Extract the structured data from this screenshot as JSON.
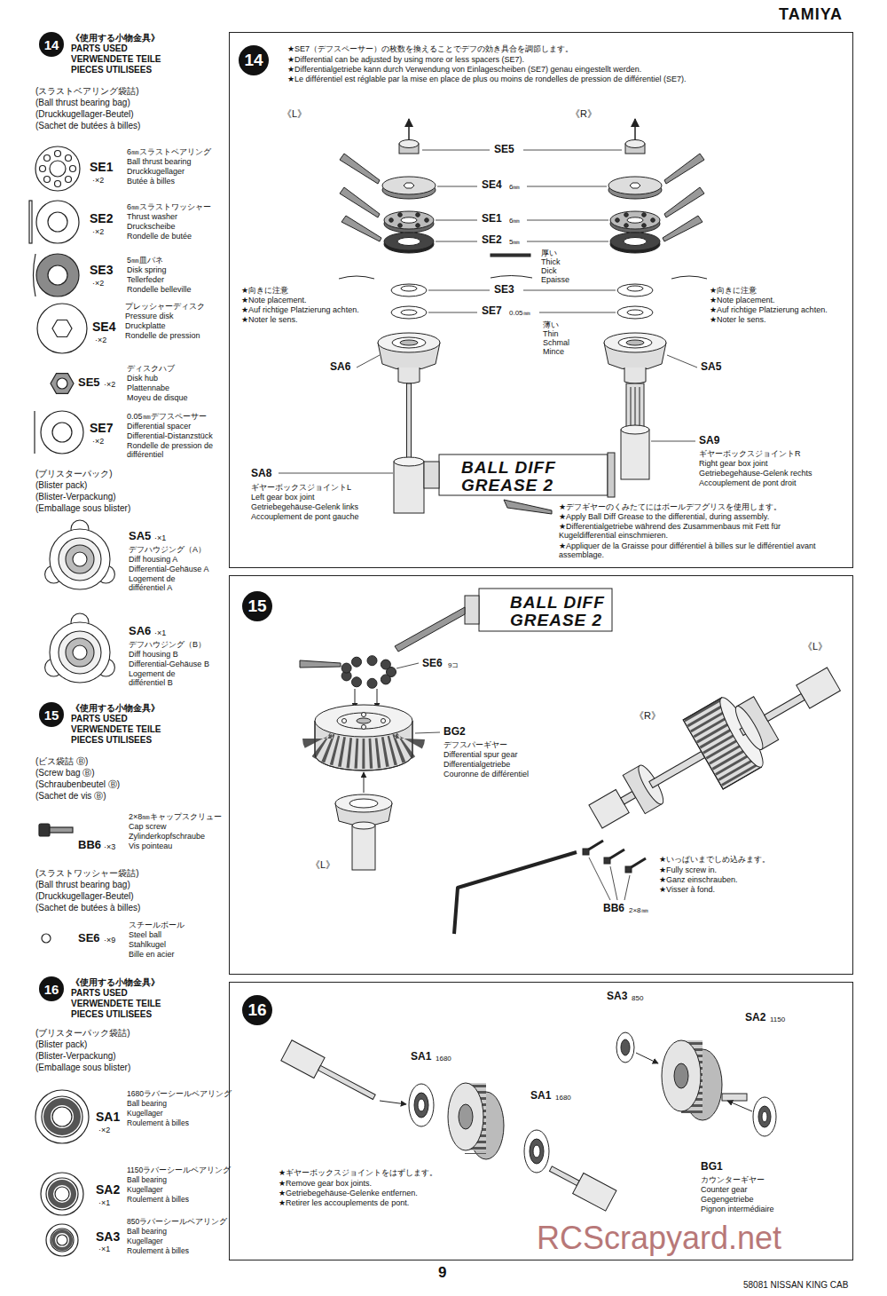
{
  "diagram": {
    "title": "TAMIYA",
    "nodes": [
      {
        "text": [
          "14"
        ]
      },
      {
        "text": [
          "15"
        ]
      },
      {
        "text": [
          "16"
        ]
      },
      {
        "text": [
          "★SE7（デフスペーサー）の枚数を換えることでデフの効き具合を調節します。",
          "★Differential can be adjusted by using more or less spacers (SE7).",
          "★Differentialgetriebe kann durch Verwendung von Einlagescheiben (SE7) genau eingestellt werden.",
          "★Le différentiel est réglable par la mise en place de plus ou moins de rondelles de pression de différentiel (SE7)."
        ]
      },
      {
        "text": [
          "14"
        ],
        "in": 3
      },
      {
        "text": [
          "★いっぱいまでしめ込みます。",
          "★Fully screw in.",
          "★Ganz einschrauben.",
          "★Visser à fond."
        ]
      },
      {
        "text": [
          "15"
        ],
        "in": 5
      },
      {
        "text": [
          "★ギヤーボックスジョイントをはずします。",
          "★Remove gear box joints.",
          "★Getriebegehäuse-Gelenke entfernen.",
          "★Retirer les accouplements de pont."
        ]
      },
      {
        "text": [
          "16"
        ],
        "in": 7
      }
    ],
    "labels": [
      "《使用する小物金具》",
      "PARTS USED",
      "VERWENDETE TEILE",
      "PIECES UTILISEES",
      "(スラストベアリング袋詰)",
      "(Ball thrust bearing bag)",
      "(Druckkugellager-Beutel)",
      "(Sachet de butées à billes)",
      "SE1",
      "·×2",
      "6㎜スラストベアリング",
      "Ball thrust bearing",
      "Druckkugellager",
      "Butée à billes",
      "SE2",
      "·×2",
      "6㎜スラストワッシャー",
      "Thrust washer",
      "Druckscheibe",
      "Rondelle de butée",
      "SE3",
      "·×2",
      "5㎜皿バネ",
      "Disk spring",
      "Tellerfeder",
      "Rondelle belleville",
      "SE4",
      "·×2",
      "プレッシャーディスク",
      "Pressure disk",
      "Druckplatte",
      "Rondelle de pression",
      "SE5",
      "·×2",
      "ディスクハブ",
      "Disk hub",
      "Plattennabe",
      "Moyeu de disque",
      "SE7",
      "·×2",
      "0.05㎜デフスペーサー",
      "Differential spacer",
      "Differential-Distanzstück",
      "Rondelle de pression de différentiel",
      "(ブリスターパック)",
      "(Blister pack)",
      "(Blister-Verpackung)",
      "(Emballage sous blister)",
      "SA5",
      "·×1",
      "デフハウジング（A）",
      "Diff housing A",
      "Differential-Gehäuse A",
      "Logement de différentiel A",
      "SA6",
      "·×1",
      "デフハウジング（B）",
      "Diff housing B",
      "Differential-Gehäuse B",
      "Logement de différentiel B",
      "《使用する小物金具》",
      "PARTS USED",
      "VERWENDETE TEILE",
      "PIECES UTILISEES",
      "(ビス袋詰 Ⓑ)",
      "(Screw bag Ⓑ)",
      "(Schraubenbeutel Ⓑ)",
      "(Sachet de vis Ⓑ)",
      "BB6",
      "·×3",
      "2×8㎜キャップスクリュー",
      "Cap screw",
      "Zylinderkopfschraube",
      "Vis pointeau",
      "(スラストワッシャー袋詰)",
      "(Ball thrust bearing bag)",
      "(Druckkugellager-Beutel)",
      "(Sachet de butées à billes)",
      "SE6",
      "·×9",
      "スチールボール",
      "Steel ball",
      "Stahlkugel",
      "Bille en acier",
      "《使用する小物金具》",
      "PARTS USED",
      "VERWENDETE TEILE",
      "PIECES UTILISEES",
      "(ブリスターパック袋詰)",
      "(Blister pack)",
      "(Blister-Verpackung)",
      "(Emballage sous blister)",
      "SA1",
      "·×2",
      "1680ラバーシールベアリング",
      "Ball bearing",
      "Kugellager",
      "Roulement à billes",
      "SA2",
      "·×1",
      "1150ラバーシールベアリング",
      "Ball bearing",
      "Kugellager",
      "Roulement à billes",
      "SA3",
      "·×1",
      "850ラバーシールベアリング",
      "Ball bearing",
      "Kugellager",
      "Roulement à billes",
      "《L》",
      "《R》",
      "SE5",
      "SE4",
      "6㎜",
      "SE1",
      "6㎜",
      "SE2",
      "5㎜",
      "厚い",
      "Thick",
      "Dick",
      "Epaisse",
      "SE3",
      "SE7",
      "0.05㎜",
      "薄い",
      "Thin",
      "Schmal",
      "Mince",
      "★向きに注意",
      "★Note placement.",
      "★Auf richtige Platzierung achten.",
      "★Noter le sens.",
      "★向きに注意",
      "★Note placement.",
      "★Auf richtige Platzierung achten.",
      "★Noter le sens.",
      "SA6",
      "SA5",
      "SA8",
      "ギヤーボックスジョイントL",
      "Left gear box joint",
      "Getriebegehäuse-Gelenk links",
      "Accouplement de pont gauche",
      "SA9",
      "ギヤーボックスジョイントR",
      "Right gear box joint",
      "Getriebegehäuse-Gelenk rechts",
      "Accouplement de pont droit",
      "BALL DIFF",
      "GREASE 2",
      "★デフギヤーのくみたてにはボールデフグリスを使用します。",
      "★Apply Ball Diff Grease to the differential, during assembly.",
      "★Differentialgetriebe während des Zusammenbaus mit Fett für Kugeldifferential einschmieren.",
      "★Appliquer de la Graisse pour différentiel à billes sur le différentiel avant assemblage.",
      "BALL DIFF",
      "GREASE 2",
      "SE6",
      "9コ",
      "BG2",
      "デフスパーギヤー",
      "Differential spur gear",
      "Differentialgetriebe",
      "Couronne de différentiel",
      "《L》",
      "《R》",
      "《L》",
      "BB6",
      "2×8㎜",
      "SA1",
      "1680",
      "SA1",
      "1680",
      "SA3",
      "850",
      "SA2",
      "1150",
      "BG1",
      "カウンターギヤー",
      "Counter gear",
      "Gegengetriebe",
      "Pignon intermédiaire",
      "9",
      "58081 NISSAN KING CAB",
      "RCScrapyard.net"
    ]
  }
}
